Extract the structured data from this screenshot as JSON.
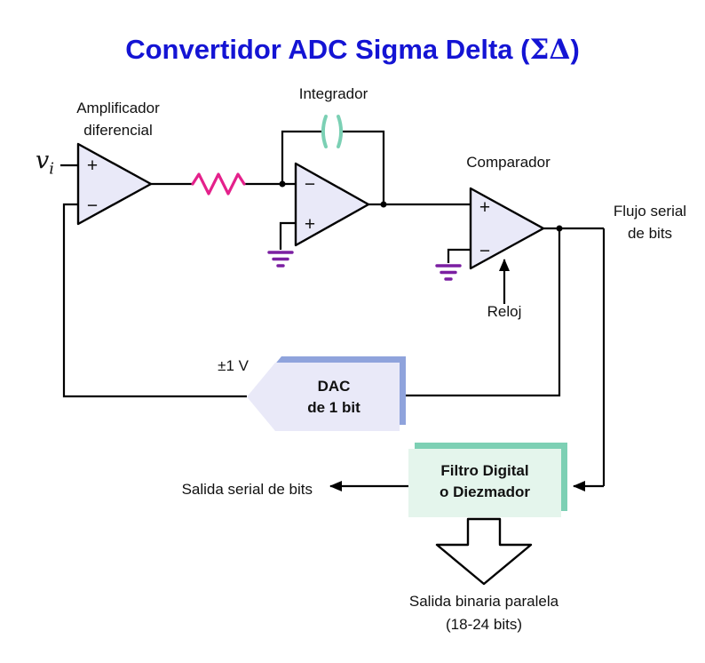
{
  "title": {
    "pre": "Convertidor ADC Sigma Delta (",
    "math": "ΣΔ",
    "post": ")"
  },
  "input": {
    "base": "v",
    "sub": "i"
  },
  "blocks": {
    "diff_amp": {
      "label_line1": "Amplificador",
      "label_line2": "diferencial",
      "plus": "+",
      "minus": "−"
    },
    "integrator": {
      "label": "Integrador",
      "plus": "+",
      "minus": "−"
    },
    "comparator": {
      "label": "Comparador",
      "plus": "+",
      "minus": "−"
    },
    "dac": {
      "line1": "DAC",
      "line2": "de 1 bit",
      "voltage": "±1 V"
    },
    "filter": {
      "line1": "Filtro Digital",
      "line2": "o Diezmador"
    }
  },
  "labels": {
    "clock": "Reloj",
    "serial_flow_line1": "Flujo serial",
    "serial_flow_line2": "de bits",
    "serial_output": "Salida serial de bits",
    "parallel_output_line1": "Salida binaria paralela",
    "parallel_output_line2": "(18-24 bits)"
  },
  "colors": {
    "title_blue": "#1414d4",
    "wire_black": "#000000",
    "opamp_fill": "#e9e9f8",
    "resistor_pink": "#e4218b",
    "capacitor_teal": "#7bd0b4",
    "ground_purple": "#7b1fa2",
    "dac_fill": "#e9e9f8",
    "dac_shadow": "#8fa3dc",
    "filter_fill": "#e4f5ec",
    "filter_shadow": "#7dd0b4"
  }
}
